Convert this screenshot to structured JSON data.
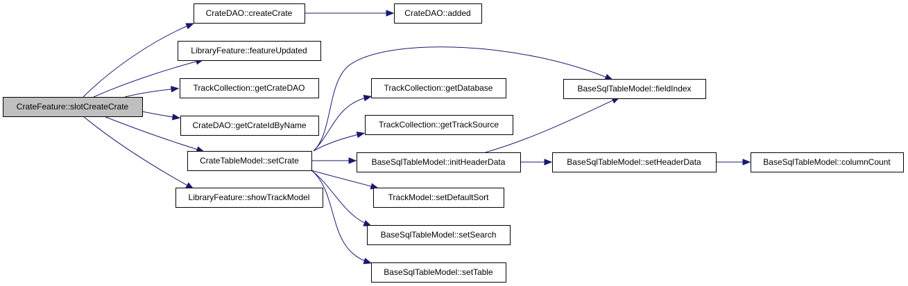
{
  "graph": {
    "edge_color": "#191970",
    "root_fill": "#bfbfbf",
    "nodes": [
      {
        "id": "root",
        "label": "CrateFeature::slotCreateCrate",
        "root": true
      },
      {
        "id": "createCrate",
        "label": "CrateDAO::createCrate"
      },
      {
        "id": "added",
        "label": "CrateDAO::added"
      },
      {
        "id": "featureUpdated",
        "label": "LibraryFeature::featureUpdated"
      },
      {
        "id": "getCrateDAO",
        "label": "TrackCollection::getCrateDAO"
      },
      {
        "id": "getCrateIdByName",
        "label": "CrateDAO::getCrateIdByName"
      },
      {
        "id": "setCrate",
        "label": "CrateTableModel::setCrate"
      },
      {
        "id": "showTrackModel",
        "label": "LibraryFeature::showTrackModel"
      },
      {
        "id": "getDatabase",
        "label": "TrackCollection::getDatabase"
      },
      {
        "id": "getTrackSource",
        "label": "TrackCollection::getTrackSource"
      },
      {
        "id": "initHeaderData",
        "label": "BaseSqlTableModel::initHeaderData"
      },
      {
        "id": "setDefaultSort",
        "label": "TrackModel::setDefaultSort"
      },
      {
        "id": "setSearch",
        "label": "BaseSqlTableModel::setSearch"
      },
      {
        "id": "setTable",
        "label": "BaseSqlTableModel::setTable"
      },
      {
        "id": "fieldIndex",
        "label": "BaseSqlTableModel::fieldIndex"
      },
      {
        "id": "setHeaderData",
        "label": "BaseSqlTableModel::setHeaderData"
      },
      {
        "id": "columnCount",
        "label": "BaseSqlTableModel::columnCount"
      }
    ],
    "edges": [
      {
        "from": "root",
        "to": "createCrate"
      },
      {
        "from": "createCrate",
        "to": "added"
      },
      {
        "from": "root",
        "to": "featureUpdated"
      },
      {
        "from": "root",
        "to": "getCrateDAO"
      },
      {
        "from": "root",
        "to": "getCrateIdByName"
      },
      {
        "from": "root",
        "to": "setCrate"
      },
      {
        "from": "root",
        "to": "showTrackModel"
      },
      {
        "from": "setCrate",
        "to": "fieldIndex"
      },
      {
        "from": "setCrate",
        "to": "getDatabase"
      },
      {
        "from": "setCrate",
        "to": "getTrackSource"
      },
      {
        "from": "setCrate",
        "to": "initHeaderData"
      },
      {
        "from": "setCrate",
        "to": "setDefaultSort"
      },
      {
        "from": "setCrate",
        "to": "setSearch"
      },
      {
        "from": "setCrate",
        "to": "setTable"
      },
      {
        "from": "initHeaderData",
        "to": "fieldIndex"
      },
      {
        "from": "initHeaderData",
        "to": "setHeaderData"
      },
      {
        "from": "setHeaderData",
        "to": "columnCount"
      }
    ]
  }
}
